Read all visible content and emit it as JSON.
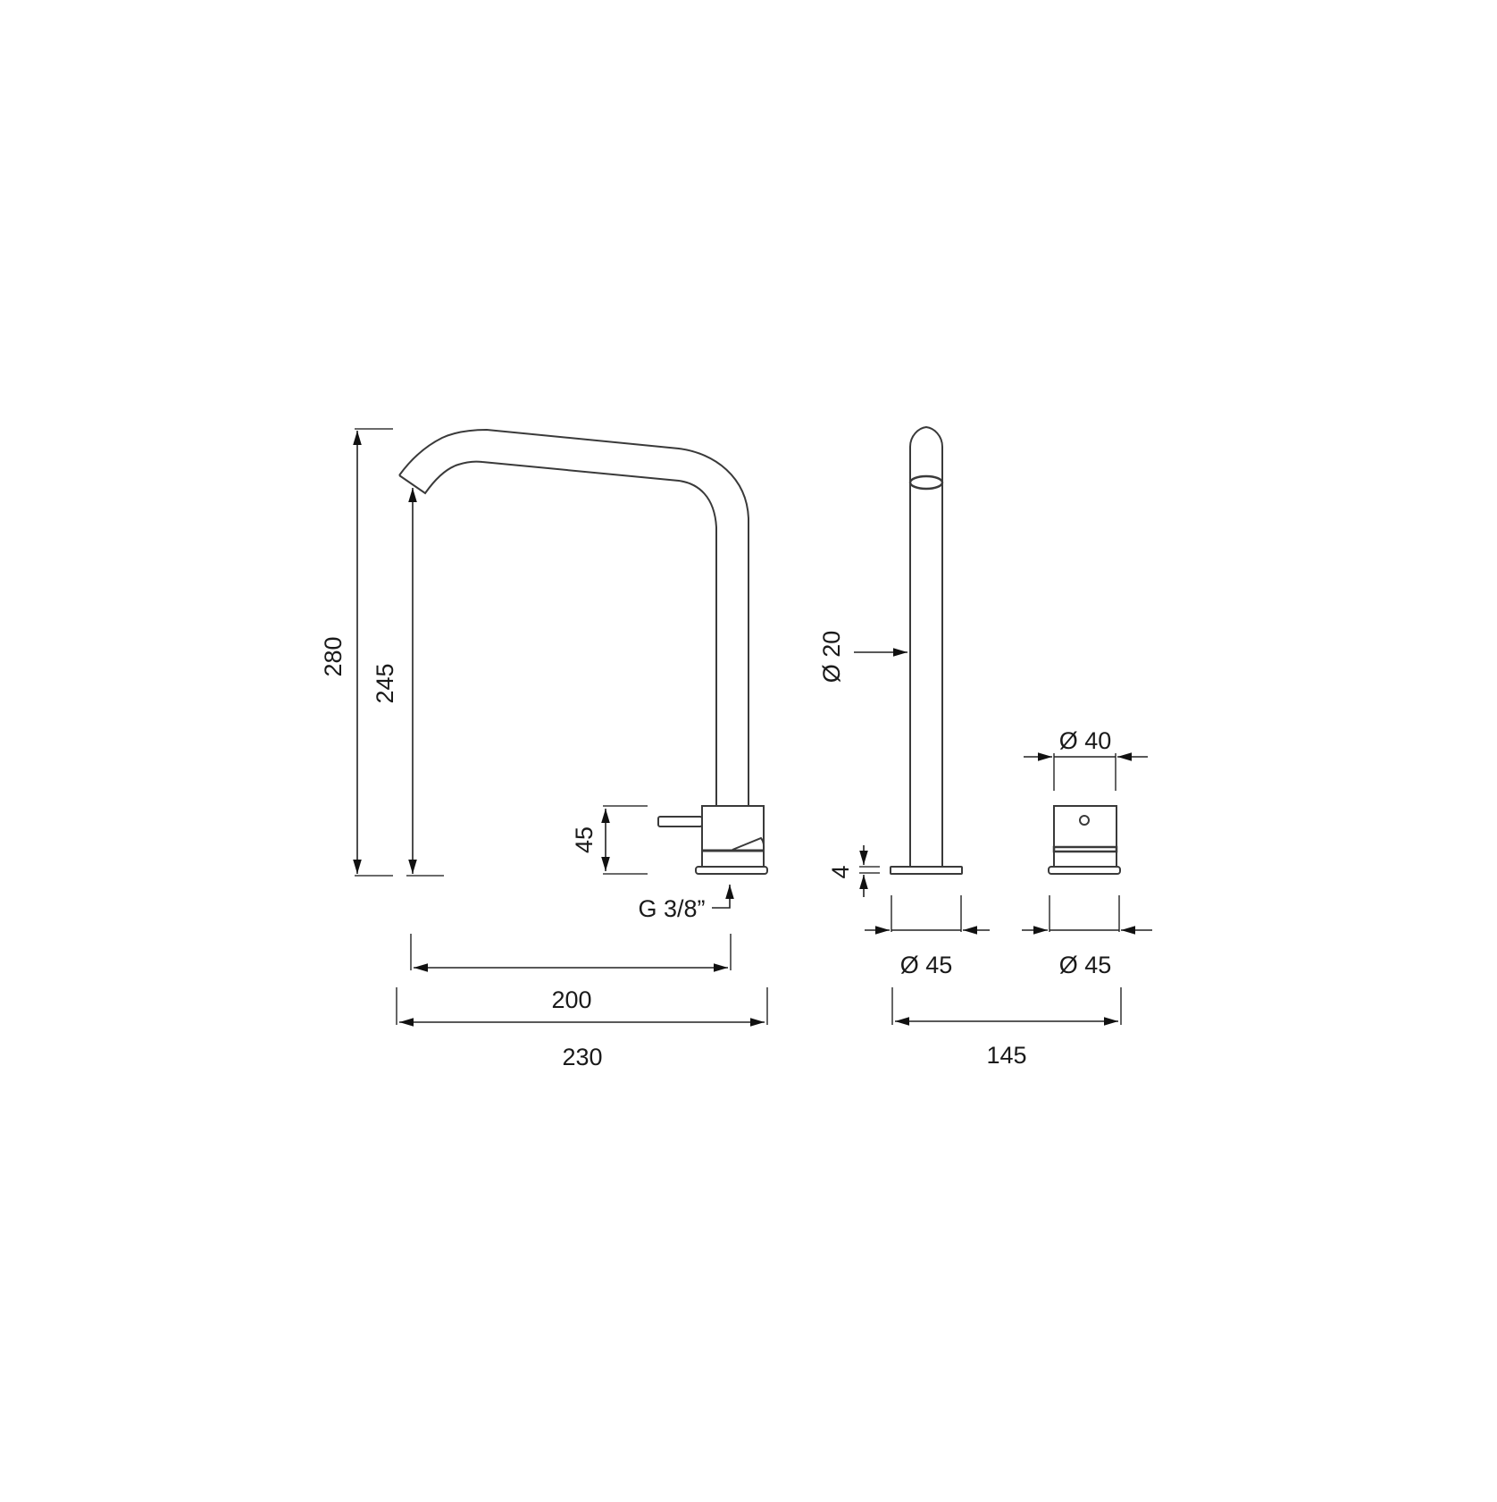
{
  "drawing": {
    "title": "Two-hole kitchen mixer with swivel spout - technical dimensions",
    "colors": {
      "background": "#ffffff",
      "lines": "#3a3a3a",
      "text": "#1a1a1a"
    },
    "views": [
      {
        "name": "side-view-spout-mixer"
      },
      {
        "name": "front-view-spout-pipe"
      },
      {
        "name": "front-view-mixer-knob"
      }
    ],
    "dimensions": {
      "total_height": "280",
      "spout_height": "245",
      "body_height": "45",
      "connection": "G 3/8”",
      "spout_reach": "200",
      "total_depth": "230",
      "pipe_diameter": "Ø 20",
      "knob_diameter": "Ø 40",
      "plate_thickness": "4",
      "spout_base_diameter": "Ø 45",
      "knob_base_diameter": "Ø 45",
      "centre_distance": "145"
    }
  }
}
